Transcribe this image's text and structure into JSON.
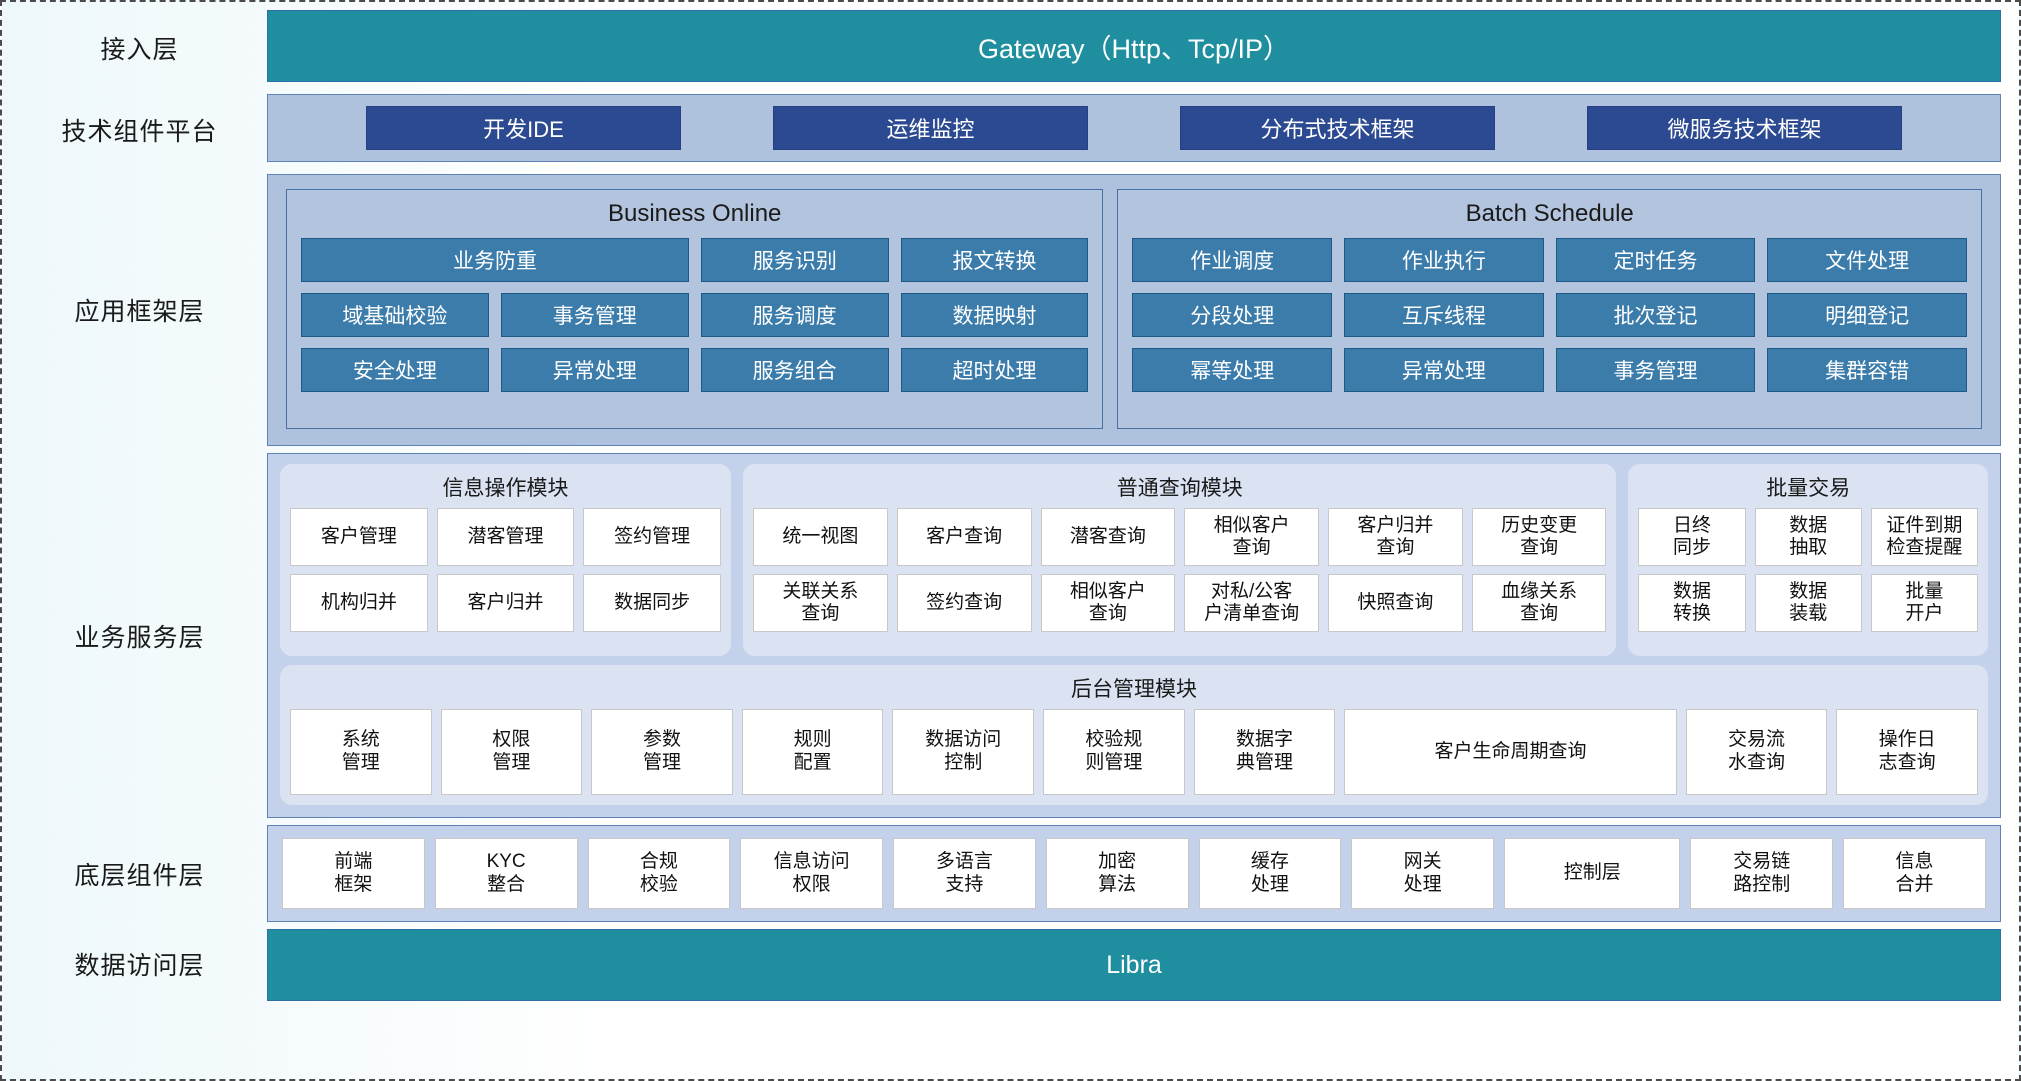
{
  "layers": {
    "access": {
      "label": "接入层",
      "bar": "Gateway（Http、Tcp/IP）"
    },
    "tech": {
      "label": "技术组件平台",
      "items": [
        "开发IDE",
        "运维监控",
        "分布式技术框架",
        "微服务技术框架"
      ]
    },
    "appframework": {
      "label": "应用框架层",
      "panels": [
        {
          "title": "Business Online",
          "rows": [
            [
              {
                "label": "业务防重",
                "span": 2
              },
              {
                "label": "服务识别",
                "span": 1
              },
              {
                "label": "报文转换",
                "span": 1
              }
            ],
            [
              {
                "label": "域基础校验",
                "span": 1
              },
              {
                "label": "事务管理",
                "span": 1
              },
              {
                "label": "服务调度",
                "span": 1
              },
              {
                "label": "数据映射",
                "span": 1
              }
            ],
            [
              {
                "label": "安全处理",
                "span": 1
              },
              {
                "label": "异常处理",
                "span": 1
              },
              {
                "label": "服务组合",
                "span": 1
              },
              {
                "label": "超时处理",
                "span": 1
              }
            ]
          ]
        },
        {
          "title": "Batch Schedule",
          "rows": [
            [
              {
                "label": "作业调度",
                "span": 1
              },
              {
                "label": "作业执行",
                "span": 1
              },
              {
                "label": "定时任务",
                "span": 1
              },
              {
                "label": "文件处理",
                "span": 1
              }
            ],
            [
              {
                "label": "分段处理",
                "span": 1
              },
              {
                "label": "互斥线程",
                "span": 1
              },
              {
                "label": "批次登记",
                "span": 1
              },
              {
                "label": "明细登记",
                "span": 1
              }
            ],
            [
              {
                "label": "幂等处理",
                "span": 1
              },
              {
                "label": "异常处理",
                "span": 1
              },
              {
                "label": "事务管理",
                "span": 1
              },
              {
                "label": "集群容错",
                "span": 1
              }
            ]
          ]
        }
      ]
    },
    "bizservice": {
      "label": "业务服务层",
      "panels_top": [
        {
          "title": "信息操作模块",
          "rows": [
            [
              "客户管理",
              "潜客管理",
              "签约管理"
            ],
            [
              "机构归并",
              "客户归并",
              "数据同步"
            ]
          ]
        },
        {
          "title": "普通查询模块",
          "rows": [
            [
              "统一视图",
              "客户查询",
              "潜客查询",
              "相似客户\n查询",
              "客户归并\n查询",
              "历史变更\n查询"
            ],
            [
              "关联关系\n查询",
              "签约查询",
              "相似客户\n查询",
              "对私/公客\n户清单查询",
              "快照查询",
              "血缘关系\n查询"
            ]
          ]
        },
        {
          "title": "批量交易",
          "rows": [
            [
              "日终\n同步",
              "数据\n抽取",
              "证件到期\n检查提醒"
            ],
            [
              "数据\n转换",
              "数据\n装载",
              "批量\n开户"
            ]
          ]
        }
      ],
      "panel_bottom": {
        "title": "后台管理模块",
        "items": [
          {
            "label": "系统\n管理",
            "span": 1
          },
          {
            "label": "权限\n管理",
            "span": 1
          },
          {
            "label": "参数\n管理",
            "span": 1
          },
          {
            "label": "规则\n配置",
            "span": 1
          },
          {
            "label": "数据访问\n控制",
            "span": 1
          },
          {
            "label": "校验规\n则管理",
            "span": 1
          },
          {
            "label": "数据字\n典管理",
            "span": 1
          },
          {
            "label": "客户生命周期查询",
            "span": 2.45
          },
          {
            "label": "交易流\n水查询",
            "span": 1
          },
          {
            "label": "操作日\n志查询",
            "span": 1
          }
        ]
      }
    },
    "bottomcomp": {
      "label": "底层组件层",
      "items": [
        {
          "label": "前端\n框架",
          "span": 1
        },
        {
          "label": "KYC\n整合",
          "span": 1
        },
        {
          "label": "合规\n校验",
          "span": 1
        },
        {
          "label": "信息访问\n权限",
          "span": 1
        },
        {
          "label": "多语言\n支持",
          "span": 1
        },
        {
          "label": "加密\n算法",
          "span": 1
        },
        {
          "label": "缓存\n处理",
          "span": 1
        },
        {
          "label": "网关\n处理",
          "span": 1
        },
        {
          "label": "控制层",
          "span": 1.25
        },
        {
          "label": "交易链\n路控制",
          "span": 1
        },
        {
          "label": "信息\n合并",
          "span": 1
        }
      ]
    },
    "dataaccess": {
      "label": "数据访问层",
      "bar": "Libra"
    }
  },
  "colors": {
    "teal": "#1f8fa0",
    "dark_blue": "#2c4a91",
    "mid_blue": "#3b7cab",
    "panel_blue": "#aec2dd",
    "biz_panel": "#c3d2ea",
    "inner_panel": "#dbe3f2",
    "white_box": "#ffffff"
  }
}
